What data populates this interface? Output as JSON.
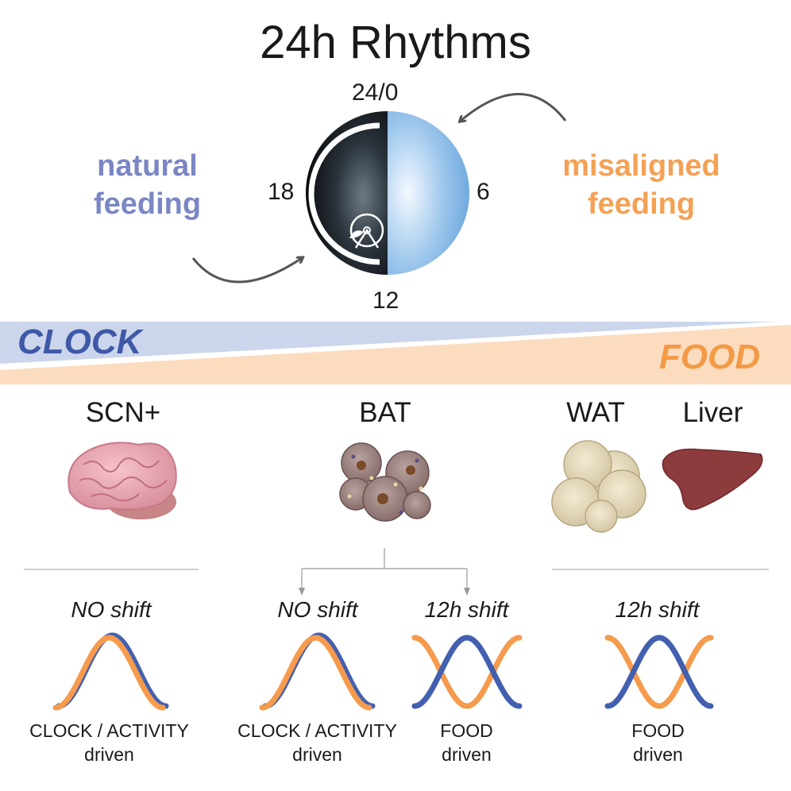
{
  "title": "24h Rhythms",
  "clock": {
    "top": "24/0",
    "right": "6",
    "bottom": "12",
    "left": "18"
  },
  "feeding": {
    "natural": {
      "line1": "natural",
      "line2": "feeding"
    },
    "misaligned": {
      "line1": "misaligned",
      "line2": "feeding"
    }
  },
  "bands": {
    "left": "CLOCK",
    "right": "FOOD"
  },
  "tissues": {
    "scn": "SCN+",
    "bat": "BAT",
    "wat": "WAT",
    "liver": "Liver"
  },
  "shifts": {
    "no_shift": "NO shift",
    "h12_shift": "12h shift"
  },
  "drivers": {
    "clock_activity": {
      "line1": "CLOCK / ACTIVITY",
      "line2": "driven"
    },
    "food": {
      "line1": "FOOD",
      "line2": "driven"
    }
  },
  "colors": {
    "natural": "#7b86c4",
    "misaligned": "#f4a155",
    "clock_band": "#cbd6ec",
    "food_band": "#fcdcbf",
    "clock_text": "#3f58a8",
    "food_text": "#f29a46",
    "curve_blue": "#4360b0",
    "curve_orange": "#f69a4c"
  }
}
